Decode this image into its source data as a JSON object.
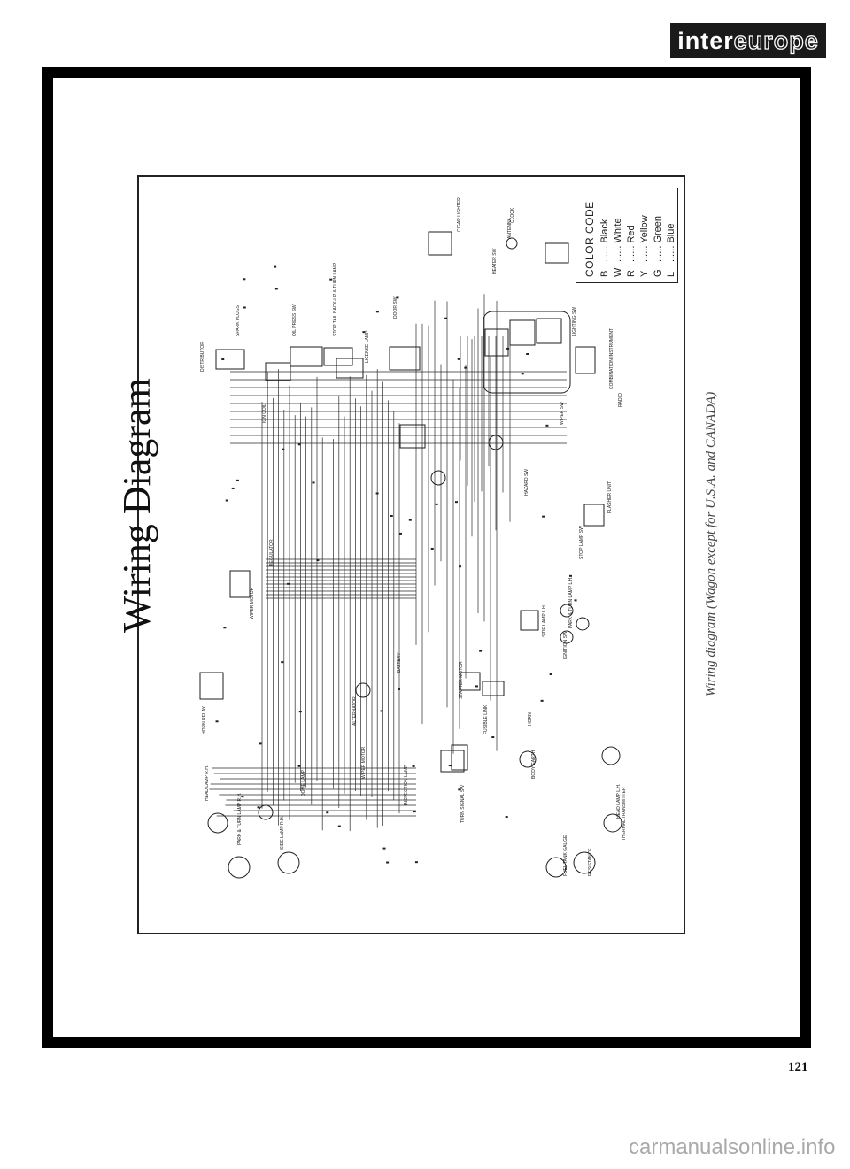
{
  "brand": {
    "part1": "inter",
    "part2": "europe"
  },
  "diagram": {
    "title": "Wiring Diagram",
    "caption": "Wiring diagram (Wagon except for U.S.A. and CANADA)"
  },
  "color_code": {
    "title": "COLOR CODE",
    "entries": [
      {
        "code": "B",
        "color": "Black"
      },
      {
        "code": "W",
        "color": "White"
      },
      {
        "code": "R",
        "color": "Red"
      },
      {
        "code": "Y",
        "color": "Yellow"
      },
      {
        "code": "G",
        "color": "Green"
      },
      {
        "code": "L",
        "color": "Blue"
      }
    ]
  },
  "components": [
    "HEAD LAMP R.H.",
    "PARK & TURN LAMP R.H.",
    "SIDE LAMP R.H.",
    "HORN RELAY",
    "WIPER MOTOR",
    "REGULATOR",
    "ALTERNATOR",
    "BATTERY",
    "STARTER MOTOR",
    "FUSIBLE LINK",
    "HORN",
    "IGNITION SW",
    "STOP LAMP SW",
    "FLASHER UNIT",
    "HAZARD SW",
    "WIPER SW",
    "LIGHTING SW",
    "COMBINATION INSTRUMENT",
    "RADIO",
    "ANTENNA",
    "CIGAR LIGHTER",
    "CLOCK",
    "HEATER SW",
    "DOOR SW",
    "LICENSE LAMP",
    "STOP TAIL BACK-UP & TURN LAMP",
    "OIL PRESS SW",
    "SPARK PLUGS",
    "DISTRIBUTOR",
    "IGN COIL",
    "SIDE LAMP L.H.",
    "PARK & TURN LAMP L.H.",
    "HEAD LAMP L.H.",
    "THERMAL TRANSMITTER",
    "RESISTANCE",
    "FUEL TANK GAUGE",
    "BODY EARTH",
    "TURN SIGNAL SW",
    "INSPECTION LAMP",
    "WIPER MOTOR",
    "DOME LAMP"
  ],
  "page_number": "121",
  "watermark": "carmanualsonline.info"
}
